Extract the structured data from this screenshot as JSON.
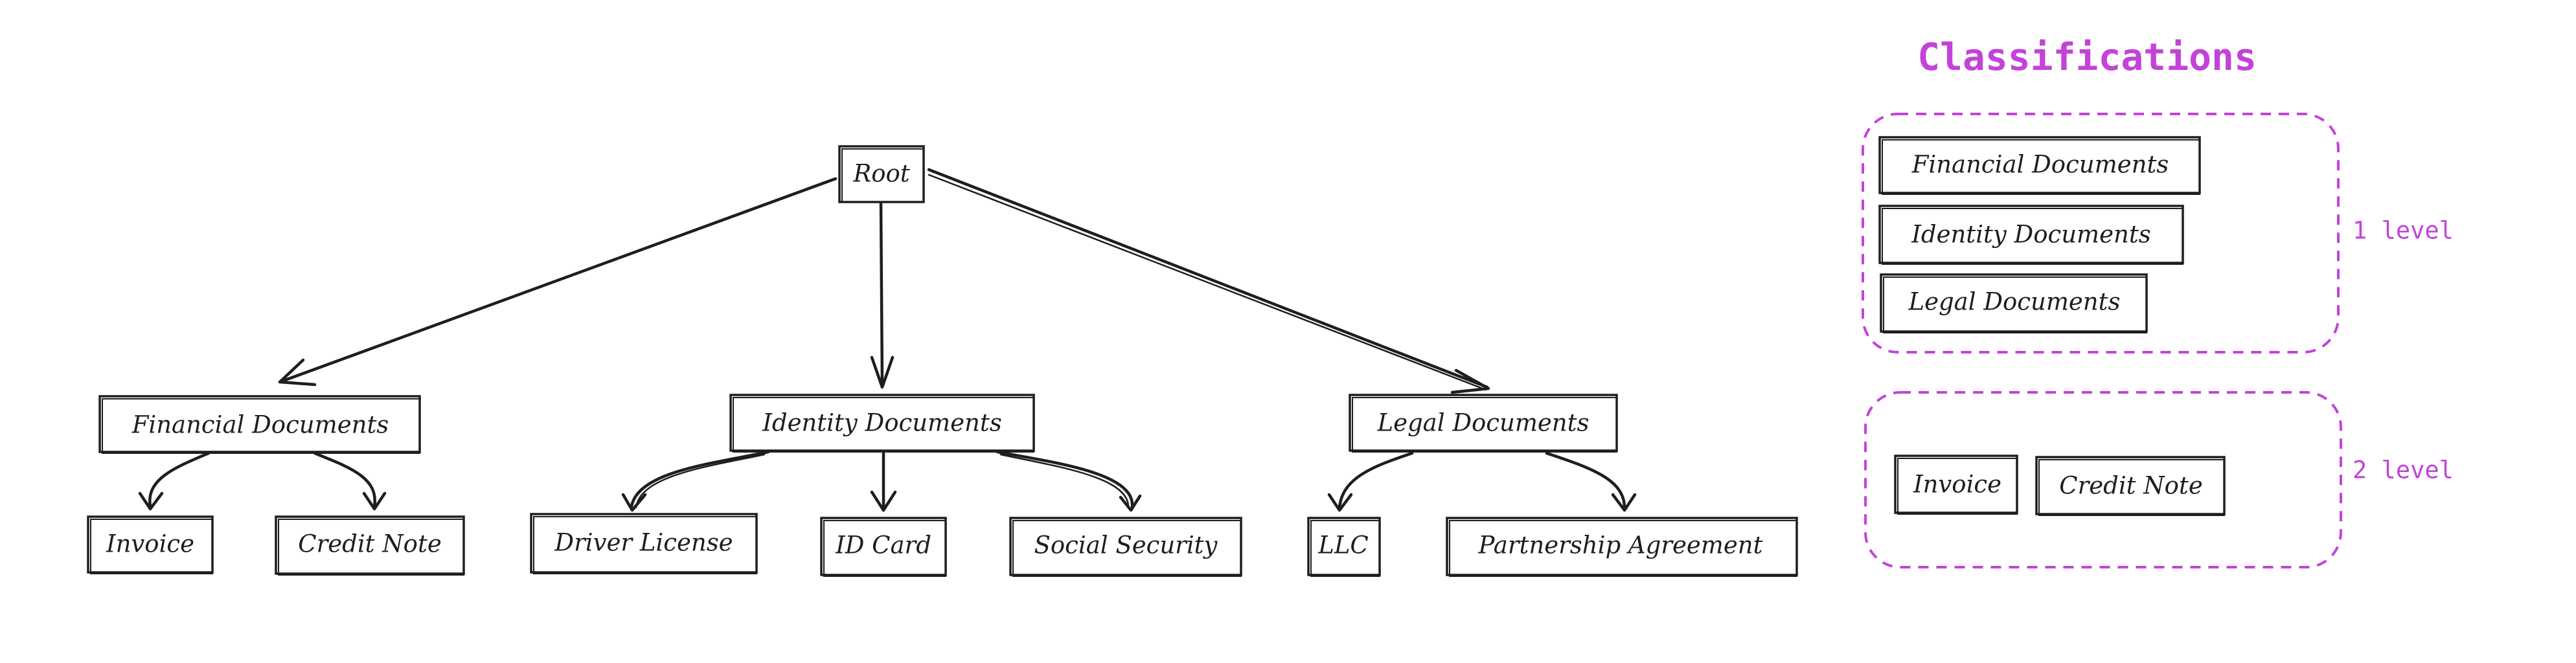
{
  "colors": {
    "stroke": "#1e1e1e",
    "accent": "#c343d8",
    "background": "#ffffff"
  },
  "tree": {
    "root": {
      "label": "Root"
    },
    "categories": [
      {
        "id": "financial",
        "label": "Financial Documents",
        "children": [
          {
            "label": "Invoice"
          },
          {
            "label": "Credit Note"
          }
        ]
      },
      {
        "id": "identity",
        "label": "Identity Documents",
        "children": [
          {
            "label": "Driver License"
          },
          {
            "label": "ID Card"
          },
          {
            "label": "Social Security"
          }
        ]
      },
      {
        "id": "legal",
        "label": "Legal Documents",
        "children": [
          {
            "label": "LLC"
          },
          {
            "label": "Partnership Agreement"
          }
        ]
      }
    ]
  },
  "classifications": {
    "title": "Classifications",
    "level1": {
      "label": "1 level",
      "items": [
        {
          "label": "Financial Documents"
        },
        {
          "label": "Identity Documents"
        },
        {
          "label": "Legal Documents"
        }
      ]
    },
    "level2": {
      "label": "2 level",
      "items": [
        {
          "label": "Invoice"
        },
        {
          "label": "Credit Note"
        }
      ]
    }
  }
}
